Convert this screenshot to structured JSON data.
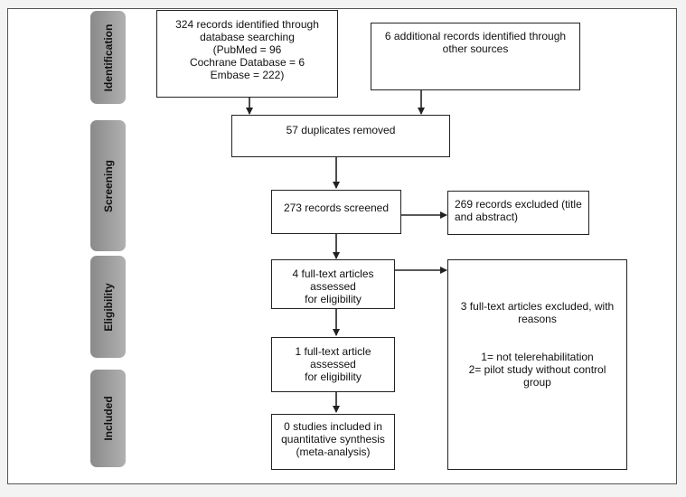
{
  "stages": {
    "identification": "Identification",
    "screening": "Screening",
    "eligibility": "Eligibility",
    "included": "Included"
  },
  "boxes": {
    "database_search": "324 records identified through\ndatabase searching\n(PubMed =  96\nCochrane  Database = 6\nEmbase = 222)",
    "other_sources": "6 additional records identified through\nother sources",
    "duplicates": "57 duplicates removed",
    "screened": "273 records screened",
    "excluded_title": "269 records excluded (title\nand abstract)",
    "fulltext_4": "4 full-text articles assessed\nfor eligibility",
    "excluded_fulltext": "3 full-text articles excluded, with\nreasons\n\n\n1= not telerehabilitation\n2= pilot study without control\ngroup",
    "fulltext_1": "1 full-text article assessed\nfor eligibility",
    "included": "0 studies included in\nquantitative synthesis\n(meta-analysis)"
  }
}
